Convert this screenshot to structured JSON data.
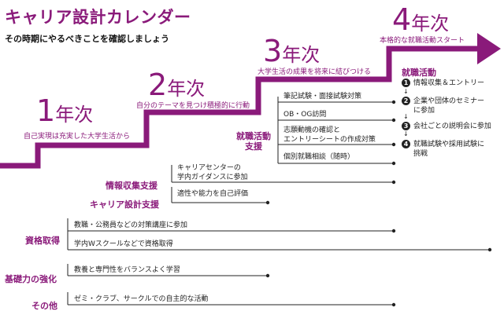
{
  "title": "キャリア設計カレンダー",
  "subtitle": "その時期にやるべきことを確認しましょう",
  "years": [
    {
      "num": "1",
      "label": "年次",
      "desc": "自己実現は充実した大学生活から"
    },
    {
      "num": "2",
      "label": "年次",
      "desc": "自分のテーマを見つけ積極的に行動"
    },
    {
      "num": "3",
      "label": "年次",
      "desc": "大学生活の成果を将来に結びつける"
    },
    {
      "num": "4",
      "label": "年次",
      "desc": "本格的な就職活動スタート"
    }
  ],
  "categories": {
    "job_support": [
      "就職活動",
      "支援"
    ],
    "info_support": "情報収集支援",
    "career_support": "キャリア設計支援",
    "qualification": "資格取得",
    "foundation": "基礎力の強化",
    "other": "その他"
  },
  "items": {
    "written_test": "筆記試験・面接試験対策",
    "ob_og": "OB・OG訪問",
    "motivation": [
      "志願動機の確認と",
      "エントリーシートの作成対策"
    ],
    "consultation": "個別就職相談（随時）",
    "career_center": [
      "キャリアセンターの",
      "学内ガイダンスに参加"
    ],
    "aptitude": "適性や能力を自己評価",
    "teacher_exam": "教職・公務員などの対策講座に参加",
    "w_school": "学内Wスクールなどで資格取得",
    "education": "教養と専門性をバランスよく学習",
    "seminar": "ゼミ・クラブ、サークルでの自主的な活動"
  },
  "job_hunting": {
    "title": "就職活動",
    "steps": [
      {
        "num": "1",
        "lines": [
          "情報収集＆エントリー"
        ]
      },
      {
        "num": "2",
        "lines": [
          "企業や団体のセミナー",
          "に参加"
        ]
      },
      {
        "num": "3",
        "lines": [
          "会社ごとの説明会に参加"
        ]
      },
      {
        "num": "4",
        "lines": [
          "就職試験や採用試験に",
          "挑戦"
        ]
      }
    ]
  },
  "colors": {
    "accent": "#8a1a7a",
    "line": "#222222",
    "text": "#222222"
  }
}
